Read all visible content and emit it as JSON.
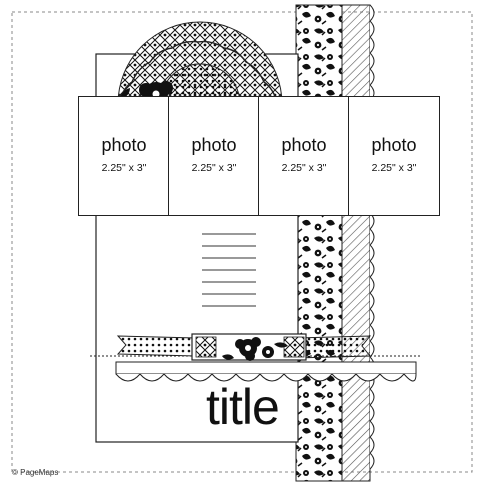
{
  "photos": [
    {
      "label": "photo",
      "size": "2.25\" x 3\""
    },
    {
      "label": "photo",
      "size": "2.25\" x 3\""
    },
    {
      "label": "photo",
      "size": "2.25\" x 3\""
    },
    {
      "label": "photo",
      "size": "2.25\" x 3\""
    }
  ],
  "title": "title",
  "watermark": "© PageMaps",
  "colors": {
    "ink": "#111111",
    "paper": "#ffffff",
    "dash": "#888888"
  }
}
